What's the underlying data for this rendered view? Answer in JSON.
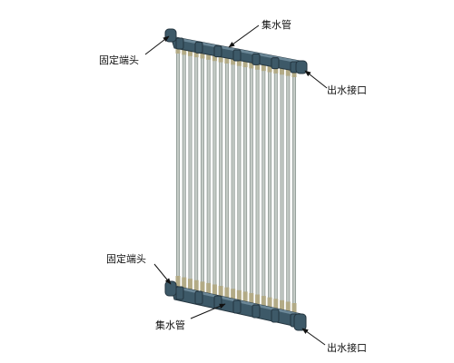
{
  "labels": {
    "header_top": "集水管",
    "fixed_end_top": "固定端头",
    "outlet_top": "出水接口",
    "fixed_end_bottom": "固定端头",
    "header_bottom": "集水管",
    "outlet_bottom": "出水接口"
  },
  "colors": {
    "header_fill": "#3d5968",
    "header_dark": "#24353f",
    "header_light": "#6b8797",
    "tube_fill": "#c4cbc6",
    "tube_edge": "#8e9893",
    "tube_end": "#b3ab86",
    "arrow": "#111111"
  },
  "module": {
    "fiber_count": 20
  }
}
